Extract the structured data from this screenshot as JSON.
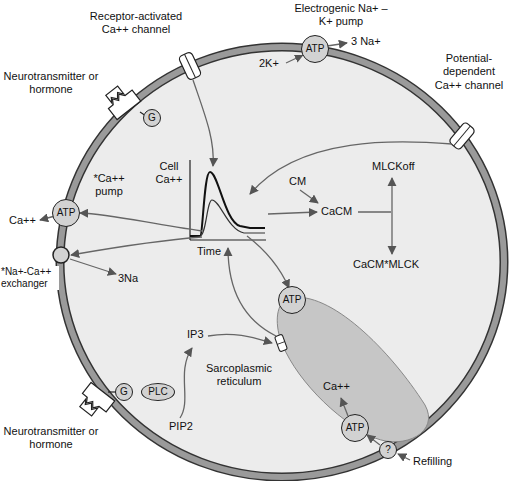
{
  "diagram": {
    "nodes": [
      {
        "text": [
          "ATP"
        ]
      },
      {
        "text": [
          "G"
        ]
      },
      {
        "text": [
          "ATP"
        ]
      },
      {
        "text": [
          "ATP"
        ]
      },
      {
        "text": [
          "G"
        ]
      },
      {
        "text": [
          "PLC"
        ]
      },
      {
        "text": [
          "ATP"
        ]
      },
      {
        "text": [
          "?"
        ]
      }
    ],
    "labels": [
      "Receptor-activated Ca++ channel",
      "Electrogenic Na+ –K+ pump",
      "2K+",
      "3 Na+",
      "Neurotransmitter or hormone",
      "Potential-dependent Ca++ channel",
      "*Ca++ pump",
      "Ca++",
      "Cell Ca++",
      "CM",
      "MLCKoff",
      "CaCM",
      "*Na+-Ca++ exchanger",
      "3Na",
      "Time",
      "CaCM*MLCK",
      "IP3",
      "Sarcoplasmic reticulum",
      "Neurotransmitter or hormone",
      "PIP2",
      "Ca++",
      "Refilling"
    ]
  }
}
